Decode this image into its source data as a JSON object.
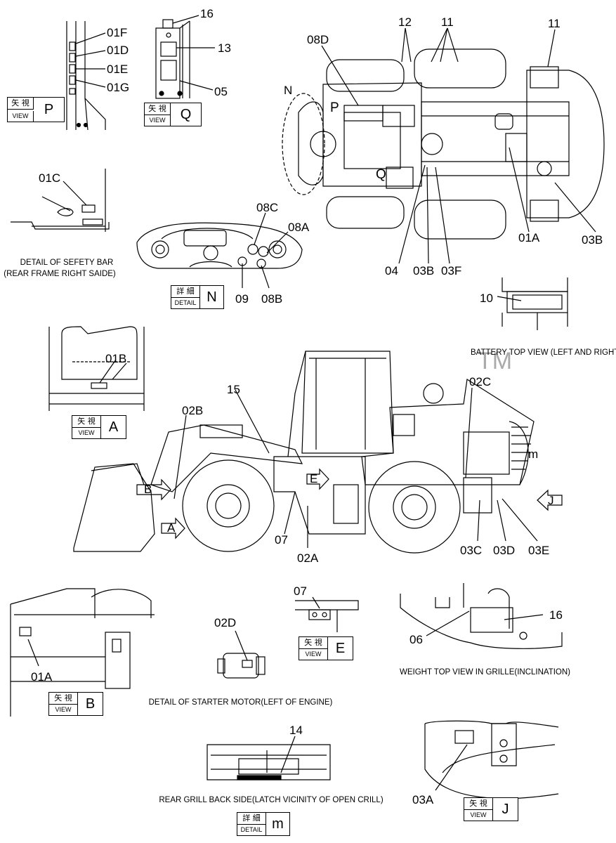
{
  "callouts": {
    "c01F": "01F",
    "c01D": "01D",
    "c01E": "01E",
    "c01G": "01G",
    "c16a": "16",
    "c13": "13",
    "c05": "05",
    "c08D": "08D",
    "c12": "12",
    "c11a": "11",
    "c11b": "11",
    "c01C": "01C",
    "c08C": "08C",
    "c08A": "08A",
    "c09": "09",
    "c08B": "08B",
    "c04": "04",
    "c03Ba": "03B",
    "c03F": "03F",
    "c01Aa": "01A",
    "c03Bb": "03B",
    "c10": "10",
    "c01B": "01B",
    "c15": "15",
    "c02B": "02B",
    "c02C": "02C",
    "c07a": "07",
    "c02A": "02A",
    "c03C": "03C",
    "c03D": "03D",
    "c03E": "03E",
    "cm": "m",
    "c07b": "07",
    "c02D": "02D",
    "c06": "06",
    "c16b": "16",
    "c01Ab": "01A",
    "c14": "14",
    "c03A": "03A"
  },
  "markers": {
    "N": "N",
    "P": "P",
    "Q": "Q",
    "B": "B",
    "A": "A",
    "E": "E",
    "J": "J"
  },
  "captions": {
    "safety_bar": "DETAIL OF SEFETY BAR",
    "safety_bar_2": "(REAR FRAME RIGHT SAIDE)",
    "battery": "BATTERY TOP VIEW (LEFT AND RIGHT)",
    "starter": "DETAIL OF STARTER MOTOR(LEFT OF ENGINE)",
    "weight": "WEIGHT TOP VIEW IN GRILLE(INCLINATION)",
    "rear_grill": "REAR GRILL BACK SIDE(LATCH VICINITY OF OPEN CRILL)"
  },
  "view_boxes": [
    {
      "id": "P",
      "jp": "矢 視",
      "en": "VIEW",
      "letter": "P"
    },
    {
      "id": "Q",
      "jp": "矢 視",
      "en": "VIEW",
      "letter": "Q"
    },
    {
      "id": "N",
      "jp": "詳 細",
      "en": "DETAIL",
      "letter": "N"
    },
    {
      "id": "A",
      "jp": "矢 視",
      "en": "VIEW",
      "letter": "A"
    },
    {
      "id": "B",
      "jp": "矢 視",
      "en": "VIEW",
      "letter": "B"
    },
    {
      "id": "E",
      "jp": "矢 視",
      "en": "VIEW",
      "letter": "E"
    },
    {
      "id": "J",
      "jp": "矢 視",
      "en": "VIEW",
      "letter": "J"
    },
    {
      "id": "m",
      "jp": "詳 細",
      "en": "DETAIL",
      "letter": "m"
    }
  ],
  "watermark": "TM",
  "colors": {
    "line": "#000000",
    "watermark": "#b4b4b4"
  }
}
